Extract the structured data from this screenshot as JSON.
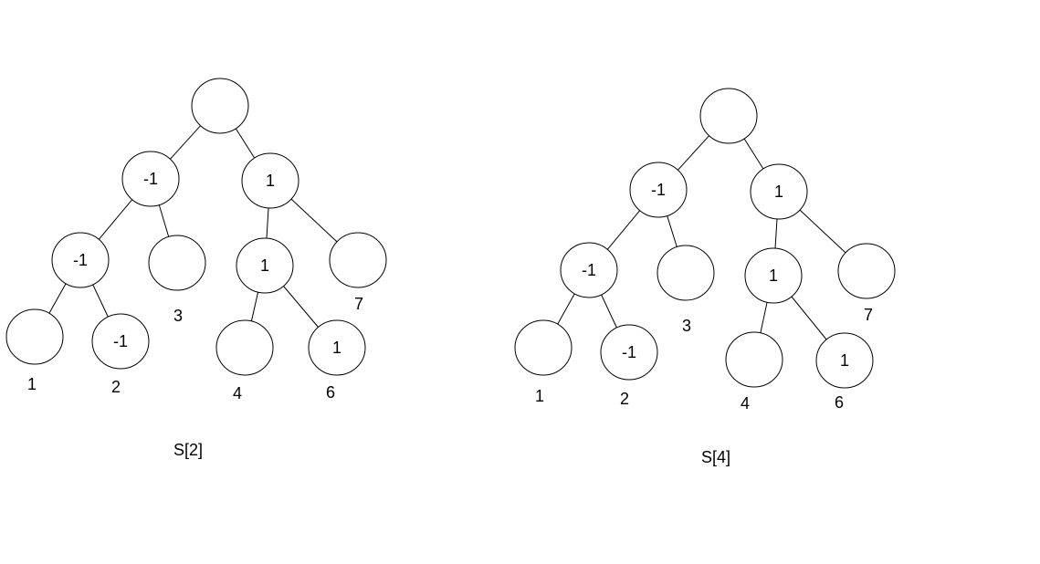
{
  "colors": {
    "background": "#ffffff",
    "stroke": "#000000",
    "text": "#000000"
  },
  "trees": [
    {
      "caption": "S[2]",
      "nodes": [
        {
          "key": "root",
          "value": ""
        },
        {
          "key": "l",
          "value": "-1"
        },
        {
          "key": "r",
          "value": "1"
        },
        {
          "key": "ll",
          "value": "-1"
        },
        {
          "key": "lr",
          "value": "",
          "label": "3"
        },
        {
          "key": "rl",
          "value": "1"
        },
        {
          "key": "rr",
          "value": "",
          "label": "7"
        },
        {
          "key": "lll",
          "value": "",
          "label": "1"
        },
        {
          "key": "llr",
          "value": "-1",
          "label": "2"
        },
        {
          "key": "rll",
          "value": "",
          "label": "4"
        },
        {
          "key": "rlr",
          "value": "1",
          "label": "6"
        }
      ]
    },
    {
      "caption": "S[4]",
      "nodes": [
        {
          "key": "root",
          "value": ""
        },
        {
          "key": "l",
          "value": "-1"
        },
        {
          "key": "r",
          "value": "1"
        },
        {
          "key": "ll",
          "value": "-1"
        },
        {
          "key": "lr",
          "value": "",
          "label": "3"
        },
        {
          "key": "rl",
          "value": "1"
        },
        {
          "key": "rr",
          "value": "",
          "label": "7"
        },
        {
          "key": "lll",
          "value": "",
          "label": "1"
        },
        {
          "key": "llr",
          "value": "-1",
          "label": "2"
        },
        {
          "key": "rll",
          "value": "",
          "label": "4"
        },
        {
          "key": "rlr",
          "value": "1",
          "label": "6"
        }
      ]
    }
  ],
  "edges": [
    [
      "root",
      "l"
    ],
    [
      "root",
      "r"
    ],
    [
      "l",
      "ll"
    ],
    [
      "l",
      "lr"
    ],
    [
      "r",
      "rl"
    ],
    [
      "r",
      "rr"
    ],
    [
      "ll",
      "lll"
    ],
    [
      "ll",
      "llr"
    ],
    [
      "rl",
      "rll"
    ],
    [
      "rl",
      "rlr"
    ]
  ]
}
